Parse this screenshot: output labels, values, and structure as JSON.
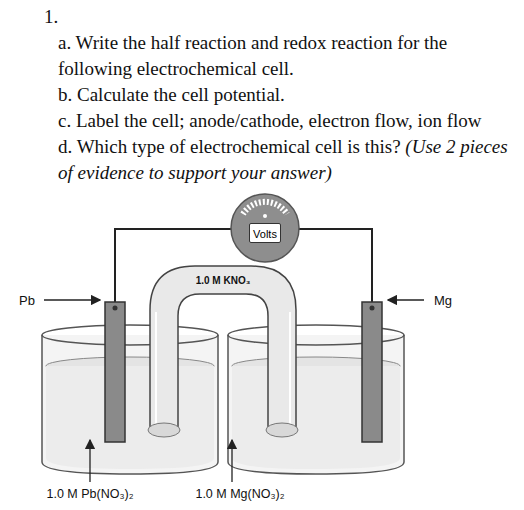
{
  "diagram": {
    "nodes": [
      {
        "text": [
          "Volts"
        ]
      }
    ],
    "labels": [
      "1.",
      "a. Write the half reaction and redox reaction for the following electrochemical cell.",
      "b. Calculate the cell potential.",
      "c. Label the cell; anode/cathode, electron flow, ion flow",
      "d. Which type of electrochemical cell is this?",
      "(Use 2 pieces of evidence to support your answer)",
      "1.0 M KNO₃",
      "Pb",
      "Mg",
      "1.0 M Pb(NO₃)₂",
      "1.0 M Mg(NO₃)₂"
    ]
  }
}
